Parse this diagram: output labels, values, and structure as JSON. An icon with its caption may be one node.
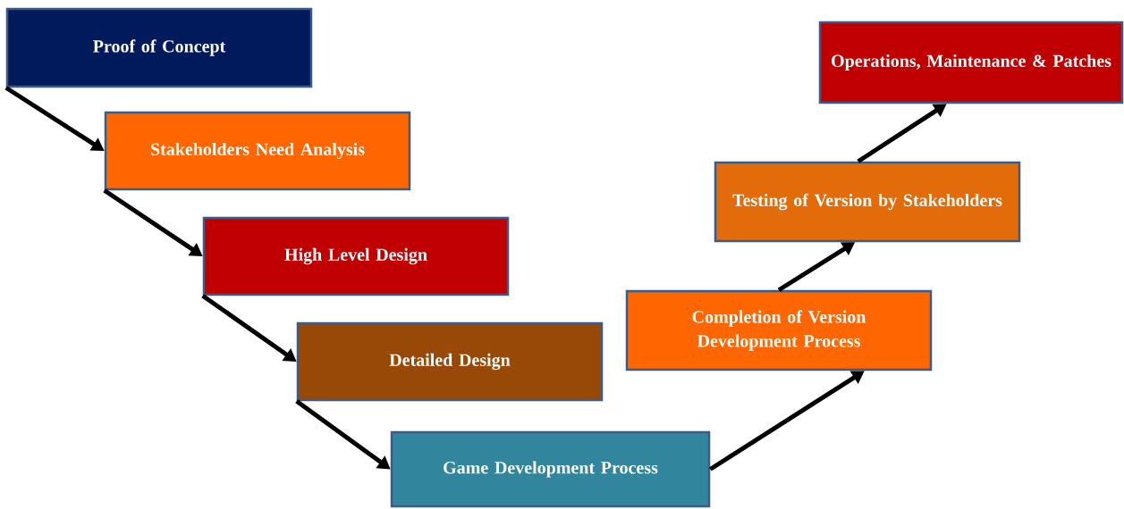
{
  "diagram": {
    "nodes": [
      {
        "text": [
          "Proof of Concept"
        ]
      },
      {
        "text": [
          "Stakeholders Need Analysis"
        ]
      },
      {
        "text": [
          "High Level Design"
        ]
      },
      {
        "text": [
          "Detailed Design"
        ]
      },
      {
        "text": [
          "Game Development Process"
        ]
      },
      {
        "text": [
          "Completion of Version Development Process"
        ]
      },
      {
        "text": [
          "Testing of Version by Stakeholders"
        ]
      },
      {
        "text": [
          "Operations, Maintenance & Patches"
        ]
      }
    ],
    "edges": [
      {
        "from": 0,
        "to": 1,
        "arrow": "to"
      },
      {
        "from": 1,
        "to": 2,
        "arrow": "to"
      },
      {
        "from": 2,
        "to": 3,
        "arrow": "to"
      },
      {
        "from": 3,
        "to": 4,
        "arrow": "to"
      },
      {
        "from": 4,
        "to": 5,
        "arrow": "to"
      },
      {
        "from": 5,
        "to": 6,
        "arrow": "to"
      },
      {
        "from": 6,
        "to": 7,
        "arrow": "to"
      }
    ]
  }
}
